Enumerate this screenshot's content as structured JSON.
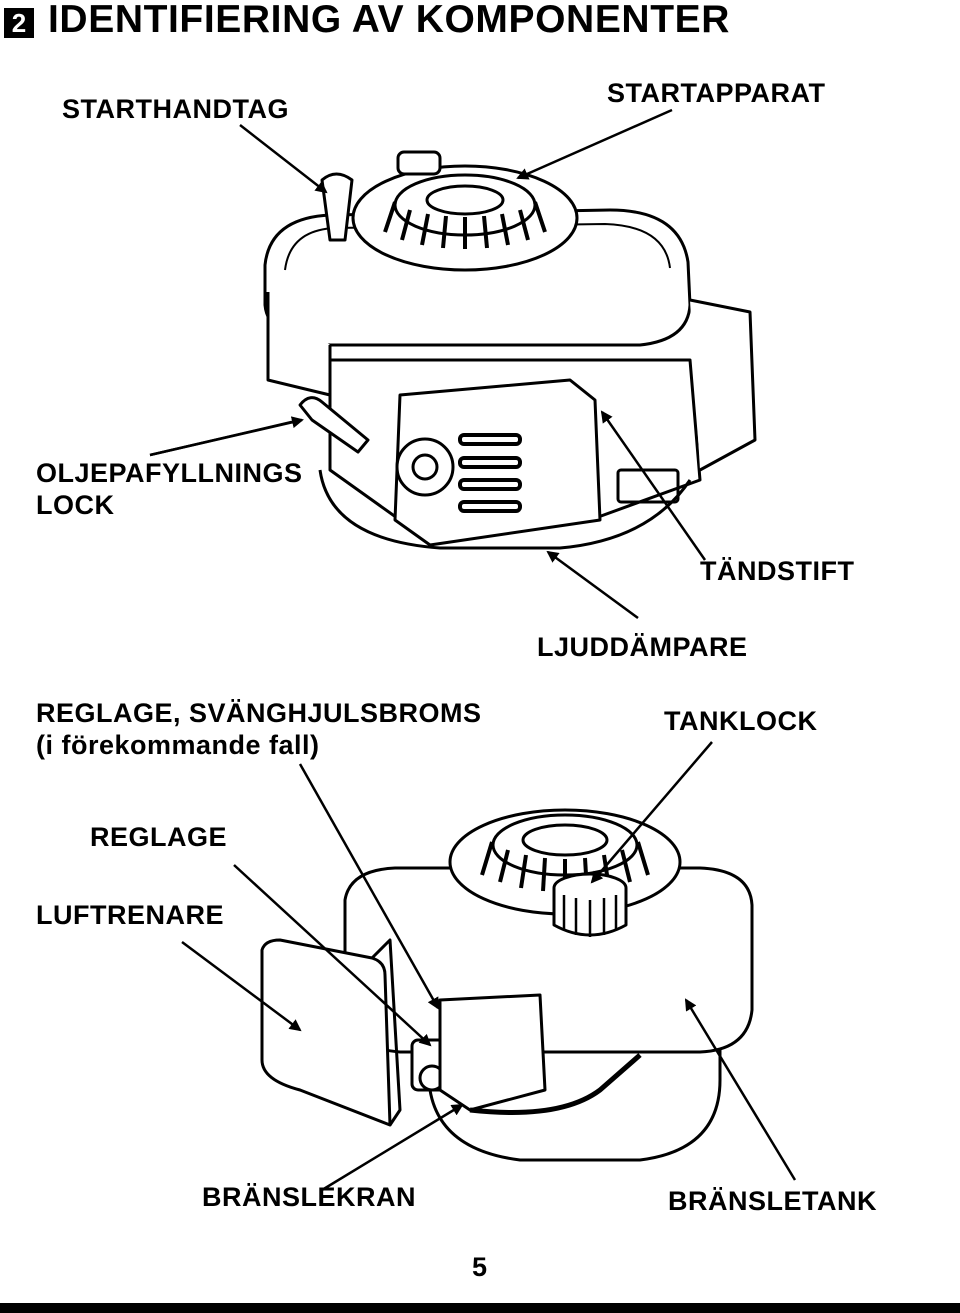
{
  "section": {
    "number": "2",
    "title": "IDENTIFIERING AV KOMPONENTER"
  },
  "labels": {
    "starthandtag": "STARTHANDTAG",
    "startapparat": "STARTAPPARAT",
    "oljepafyllnings_line1": "OLJEPAFYLLNINGS",
    "oljepafyllnings_line2": "LOCK",
    "tandstift": "TÄNDSTIFT",
    "ljuddampare": "LJUDDÄMPARE",
    "reglage_broms_line1": "REGLAGE, SVÄNGHJULSBROMS",
    "reglage_broms_line2": "(i förekommande fall)",
    "tanklock": "TANKLOCK",
    "reglage": "REGLAGE",
    "luftrenare": "LUFTRENARE",
    "bränslekran": "BRÄNSLEKRAN",
    "bränsletank": "BRÄNSLETANK"
  },
  "page_number": "5"
}
